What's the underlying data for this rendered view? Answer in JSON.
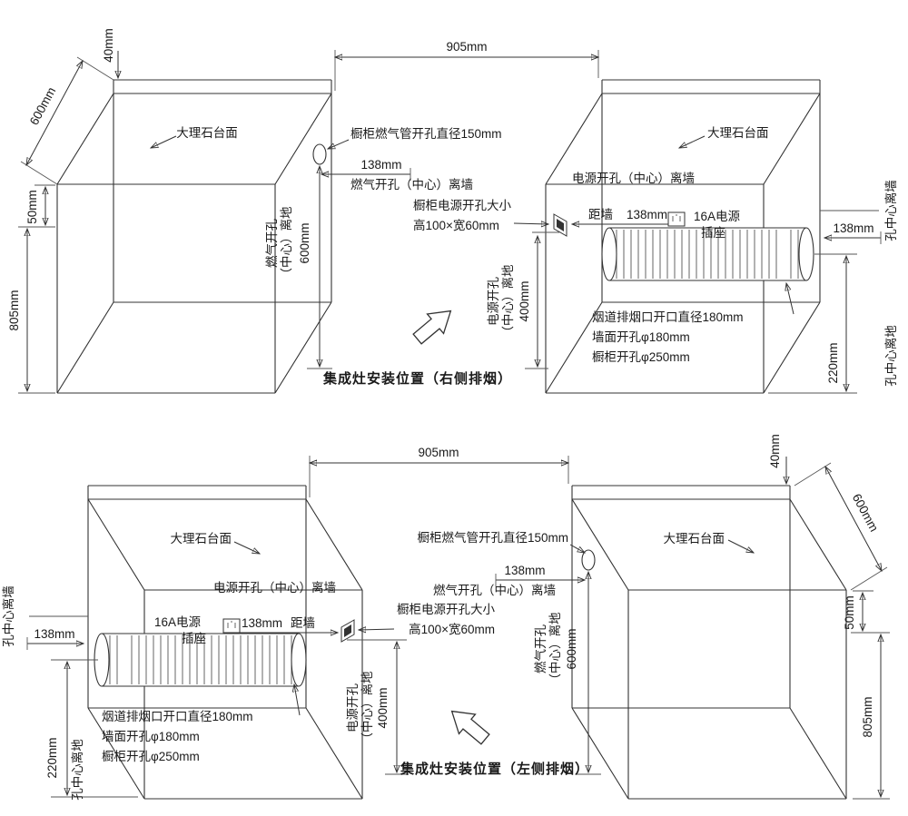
{
  "dims": {
    "d40": "40mm",
    "d50": "50mm",
    "d138": "138mm",
    "d220": "220mm",
    "d400": "400mm",
    "d600": "600mm",
    "d805": "805mm",
    "d905": "905mm"
  },
  "labels": {
    "marble": "大理石台面",
    "gas_dia": "橱柜燃气管开孔直径150mm",
    "gas_wall": "燃气开孔（中心）离墙",
    "gas_col": "燃气开孔",
    "floor_suffix": "（中心）离地",
    "power_wall": "电源开孔（中心）离墙",
    "size1": "橱柜电源开孔大小",
    "size2": "高100×宽60mm",
    "dist_wall": "距墙",
    "socket1": "16A电源",
    "socket2": "插座",
    "power_col": "电源开孔",
    "flue1": "烟道排烟口开口直径180mm",
    "flue2": "墙面开孔φ180mm",
    "flue3": "橱柜开孔φ250mm",
    "hole_wall": "孔中心离墙",
    "hole_floor": "孔中心离地"
  },
  "captions": {
    "right_exhaust": "集成灶安装位置（右侧排烟）",
    "left_exhaust": "集成灶安装位置（左侧排烟）"
  }
}
